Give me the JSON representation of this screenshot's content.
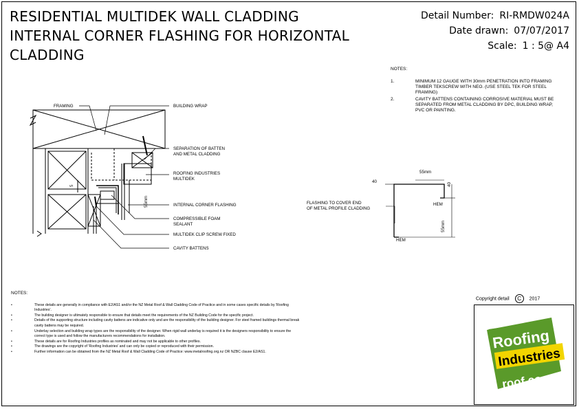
{
  "title": {
    "line1": "RESIDENTIAL MULTIDEK WALL CLADDING",
    "line2": "INTERNAL CORNER FLASHING FOR HORIZONTAL",
    "line3": "CLADDING"
  },
  "meta": {
    "detail_label": "Detail Number:",
    "detail_value": "RI-RMDW024A",
    "date_label": "Date drawn:",
    "date_value": "07/07/2017",
    "scale_label": "Scale:",
    "scale_value": "1 : 5@ A4"
  },
  "notes_top": {
    "heading": "NOTES:",
    "items": [
      {
        "num": "1.",
        "text": "MINIMUM 12 GAUGE WITH 30mm PENETRATION INTO FRAMING TIMBER TEKSCREW WITH NEO. (USE STEEL TEK FOR STEEL FRAMING)"
      },
      {
        "num": "2.",
        "text": "CAVITY BATTENS CONTAINING CORROSIVE MATERIAL MUST BE SEPARATED FROM METAL CLADDING BY DPC, BUILDING WRAP, PVC OR PAINTING."
      }
    ]
  },
  "detail_labels": {
    "framing": "FRAMING",
    "building_wrap": "BUILDING WRAP",
    "separation": "SEPARATION OF BATTEN AND METAL CLADDING",
    "roofing_multidek": "ROOFING INDUSTRIES MULTIDEK",
    "internal_corner": "INTERNAL CORNER FLASHING",
    "foam_sealant": "COMPRESSIBLE FOAM SEALANT",
    "clip_screw": "MULTIDEK CLIP SCREW FIXED",
    "cavity_battens": "CAVITY BATTENS",
    "dim_55": "55mm",
    "dim_5": "5"
  },
  "flashing_labels": {
    "flashing_cover": "FLASHING TO COVER END OF METAL PROFILE CLADDING",
    "dim_40_left": "40",
    "dim_55_top": "55mm",
    "dim_40_right": "40",
    "hem_right": "HEM",
    "dim_55_right": "55mm",
    "hem_bottom": "HEM"
  },
  "notes_bottom": {
    "heading": "NOTES:",
    "items": [
      "These details are generally in compliance with E2/AS1 and/or the NZ Metal Roof & Wall Cladding Code of Practice and in some cases specific details by 'Roofing Industries'.",
      "The building designer is ultimately responsible to ensure that details meet the requirements of the NZ Building Code for the specific project.",
      "Details of the supporting structure including cavity battens are indicative only and are the responsibility of the building designer. For steel framed buildings thermal break cavity battens may be required.",
      "Underlay selection and building wrap types are the responsibility of the designer. When rigid wall underlay is required it is the designers responsibility to ensure the correct type is used and follow the manufacturers recommendations for installation.",
      "These details are for Roofing Industries profiles as nominated and may not be applicable to other profiles.",
      "The drawings are the copyright of 'Roofing Industries' and can only be copied or reproduced with their permission.",
      "Further information can be obtained from the NZ Metal Roof & Wall Cladding Code of Practice: www.metalroofing.org.nz OR NZBC clause E2/AS1."
    ]
  },
  "copyright": {
    "label": "Copyright detail",
    "symbol": "C",
    "year": "2017"
  },
  "logo": {
    "line1": "Roofing",
    "line2": "Industries",
    "url": "roof.co.nz",
    "green": "#5a9a2a",
    "yellow": "#f2d500"
  }
}
